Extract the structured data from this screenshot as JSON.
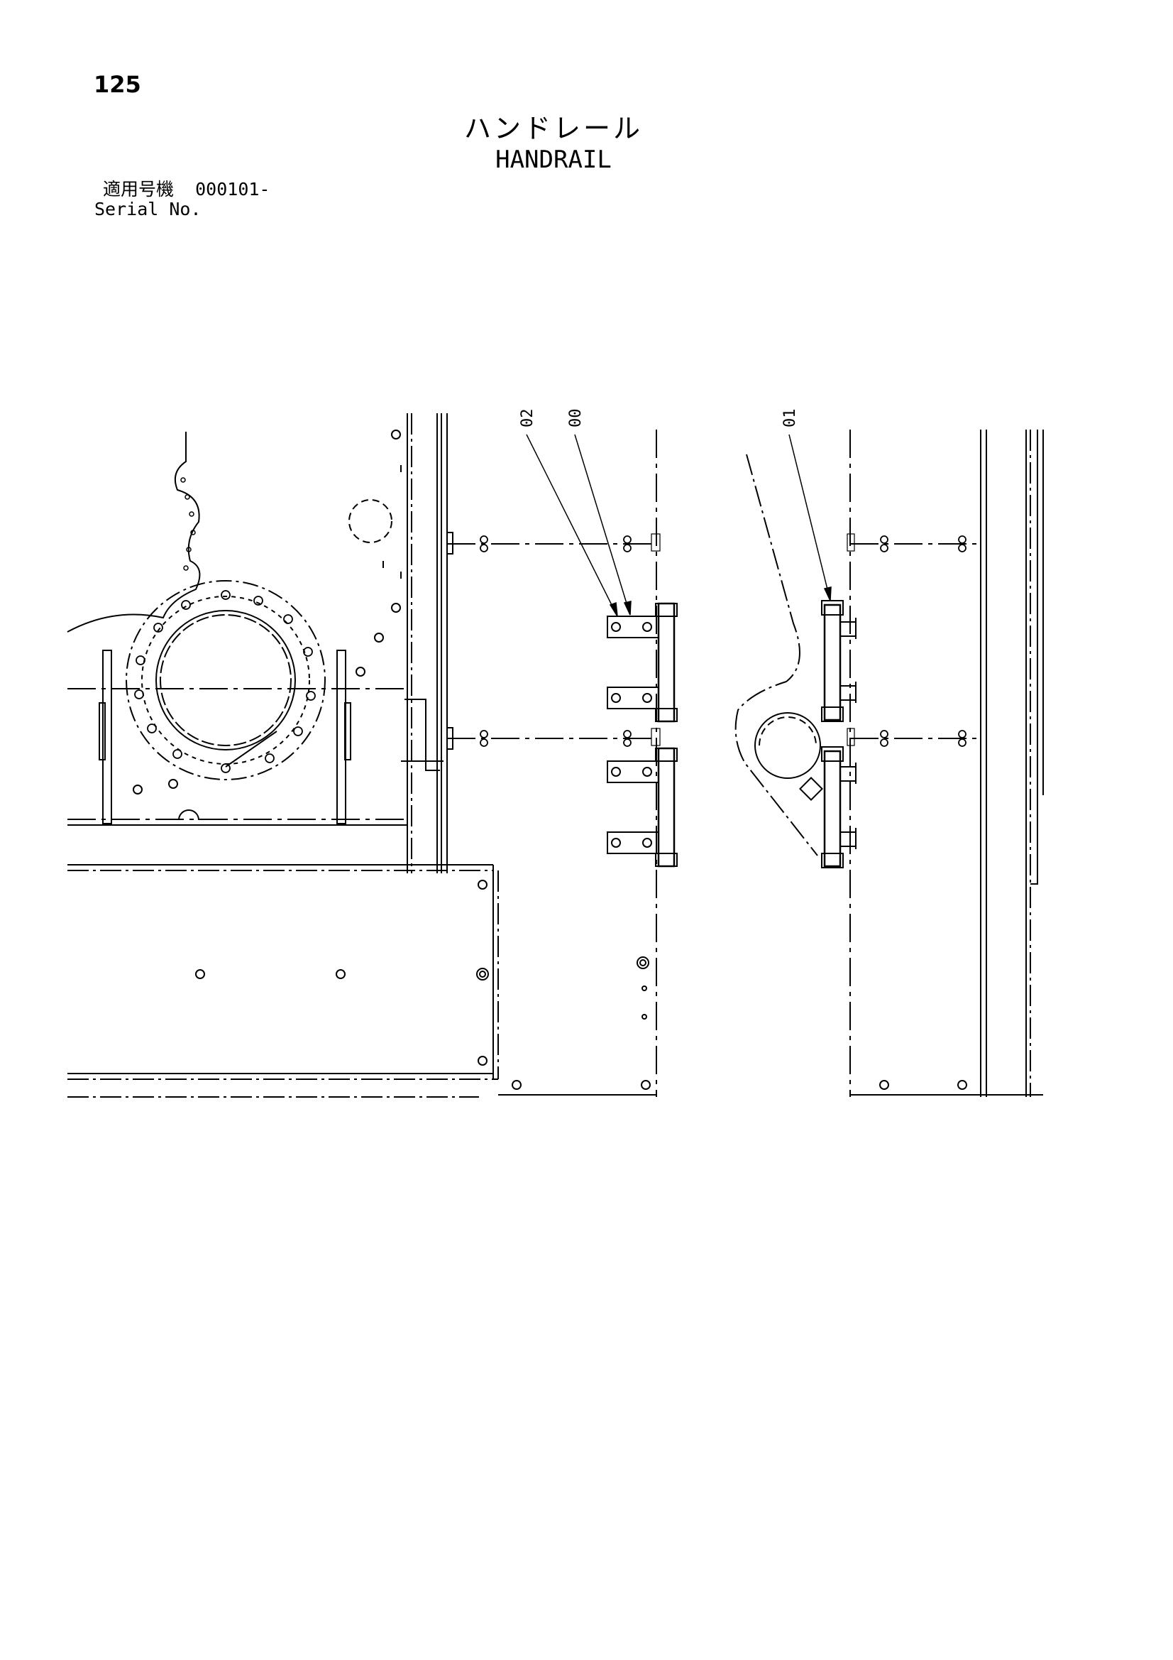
{
  "page_number": "125",
  "title_jp": "ハンドレール",
  "title_en": "HANDRAIL",
  "serial": {
    "label_jp": "適用号機",
    "value": "000101-",
    "label_en": "Serial No."
  },
  "callouts": {
    "c02": "02",
    "c00": "00",
    "c01": "01"
  },
  "drawing": {
    "line_color": "#000000"
  }
}
